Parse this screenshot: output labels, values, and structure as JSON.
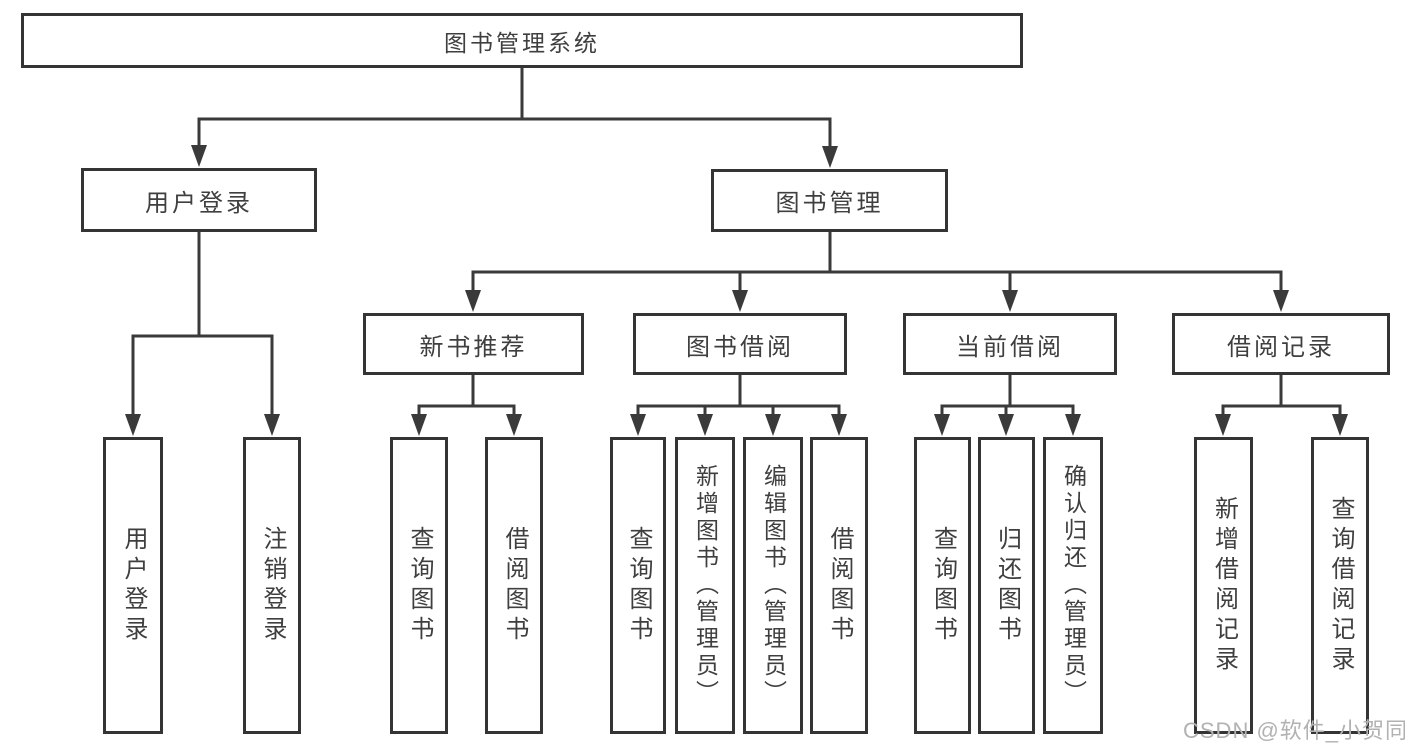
{
  "nodes": {
    "root": "图书管理系统",
    "user_login": "用户登录",
    "book_mgmt": "图书管理",
    "new_books": "新书推荐",
    "book_borrow": "图书借阅",
    "current_borrow": "当前借阅",
    "borrow_records": "借阅记录",
    "leaf_user_login": "用户登录",
    "leaf_logout": "注销登录",
    "leaf_nb_query": "查询图书",
    "leaf_nb_borrow": "借阅图书",
    "leaf_bb_query": "查询图书",
    "leaf_bb_add": "新增图书（管理员）",
    "leaf_bb_edit": "编辑图书（管理员）",
    "leaf_bb_borrow": "借阅图书",
    "leaf_cb_query": "查询图书",
    "leaf_cb_return": "归还图书",
    "leaf_cb_confirm": "确认归还（管理员）",
    "leaf_br_add": "新增借阅记录",
    "leaf_br_query": "查询借阅记录"
  },
  "watermark": "CSDN @软件_小贺同学",
  "colors": {
    "line": "#3a3a3a",
    "border": "#343434",
    "text": "#3f3f3f",
    "watermark": "#b2b2b2",
    "background": "#ffffff"
  }
}
